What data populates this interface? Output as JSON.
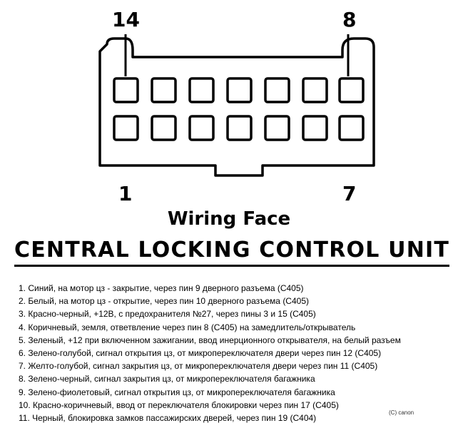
{
  "pin_labels": {
    "top_left": "14",
    "top_right": "8",
    "bottom_left": "1",
    "bottom_right": "7"
  },
  "face_caption": "Wiring Face",
  "title": "CENTRAL LOCKING CONTROL UNIT",
  "legend": [
    "1. Синий, на мотор цз - закрытие, через пин 9 дверного разъема (C405)",
    "2. Белый, на мотор цз - открытие, через пин 10 дверного разъема (C405)",
    "3. Красно-черный, +12В, с предохранителя №27, через пины 3 и 15 (C405)",
    "4. Коричневый, земля, ответвление через пин 8 (C405) на замедлитель/открыватель",
    "5. Зеленый, +12 при включенном зажигании, ввод инерционного открывателя, на белый разъем",
    "6. Зелено-голубой, сигнал открытия цз, от микропереключателя двери через пин 12 (C405)",
    "7. Желто-голубой, сигнал закрытия цз, от микропереключателя двери через пин 11 (C405)",
    "8. Зелено-черный, сигнал закрытия цз, от микропереключателя багажника",
    "9. Зелено-фиолетовый, сигнал открытия цз, от микропереключателя багажника",
    "10. Красно-коричневый, ввод от переключателя блокировки через пин 17 (C405)",
    "11. Черный, блокировка замков пассажирских дверей, через пин 19 (C404)"
  ],
  "credit": "(C) canon"
}
